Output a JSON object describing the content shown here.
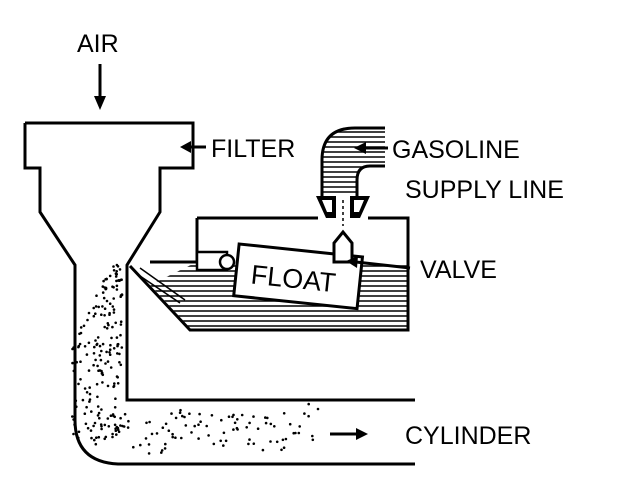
{
  "diagram": {
    "labels": {
      "air": "AIR",
      "filter": "FILTER",
      "gasoline": "GASOLINE",
      "supply_line": "SUPPLY LINE",
      "float": "FLOAT",
      "valve": "VALVE",
      "cylinder": "CYLINDER"
    },
    "colors": {
      "ink": "#000000",
      "background": "#ffffff"
    }
  }
}
